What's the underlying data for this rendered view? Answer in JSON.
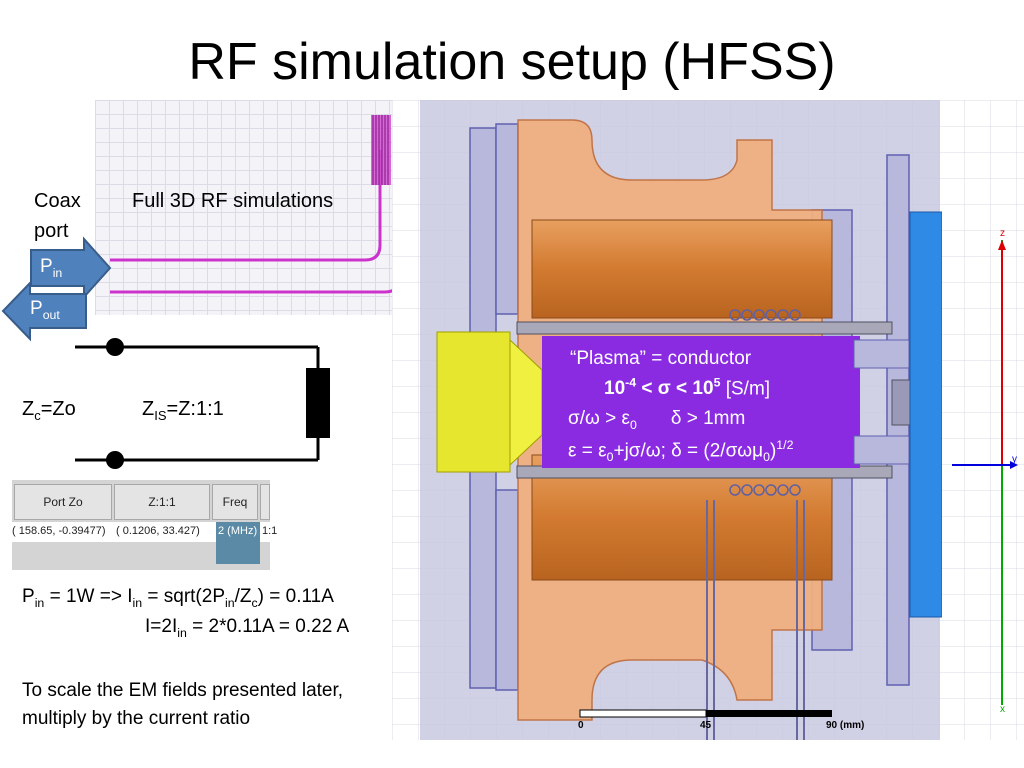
{
  "title": "RF simulation setup (HFSS)",
  "coax": {
    "label_line1": "Coax",
    "label_line2": "port",
    "simulation_label": "Full 3D RF simulations",
    "p_in_base": "P",
    "p_in_sub": "in",
    "p_out_base": "P",
    "p_out_sub": "out"
  },
  "circuit": {
    "zc_base": "Z",
    "zc_sub": "c",
    "zc_value": "=Zo",
    "zis_base": "Z",
    "zis_sub": "IS",
    "zis_value": "=Z:1:1",
    "resistor_base": "Z",
    "resistor_sub": "IS"
  },
  "param_table": {
    "headers": [
      "Port Zo",
      "Z:1:1",
      "Freq"
    ],
    "values": [
      "( 158.65, -0.39477)",
      "( 0.1206, 33.427)",
      "2 (MHz)",
      "1:1"
    ]
  },
  "equations": {
    "line1": {
      "p": "P",
      "p_sub": "in",
      "a": " = 1W => I",
      "i_sub": "in",
      "b": " = sqrt(2P",
      "p2_sub": "in",
      "c": "/Z",
      "zc_sub": "c",
      "d": ") = 0.11A"
    },
    "line2": {
      "a": "I=2I",
      "sub": "in",
      "b": " = 2*0.11A = 0.22 A"
    },
    "note_line1": "To scale the EM fields presented later,",
    "note_line2": "multiply by the current ratio"
  },
  "plasma": {
    "line1": "“Plasma” = conductor",
    "line2_a": "10",
    "line2_exp1": "-4",
    "line2_b": " < σ < 10",
    "line2_exp2": "5",
    "line2_c": "  [S/m]",
    "line3_a": "σ/ω > ε",
    "line3_sub": "0",
    "line3_b": "δ > 1mm",
    "line4_a": "ε = ε",
    "line4_sub1": "0",
    "line4_b": "+jσ/ω; δ = (2/σωμ",
    "line4_sub2": "0",
    "line4_c": ")",
    "line4_exp": "1/2"
  },
  "axes": {
    "z": "z",
    "y": "y",
    "x": "x"
  },
  "scale_bar": {
    "tick0": "0",
    "tick1": "45",
    "tick2": "90 (mm)"
  },
  "colors": {
    "arrow_blue": "#4f81bd",
    "plasma_purple": "#8a2be2",
    "copper": "#d8792d",
    "yellow_port": "#e6e62e",
    "coil_magenta": "#cc33cc"
  }
}
